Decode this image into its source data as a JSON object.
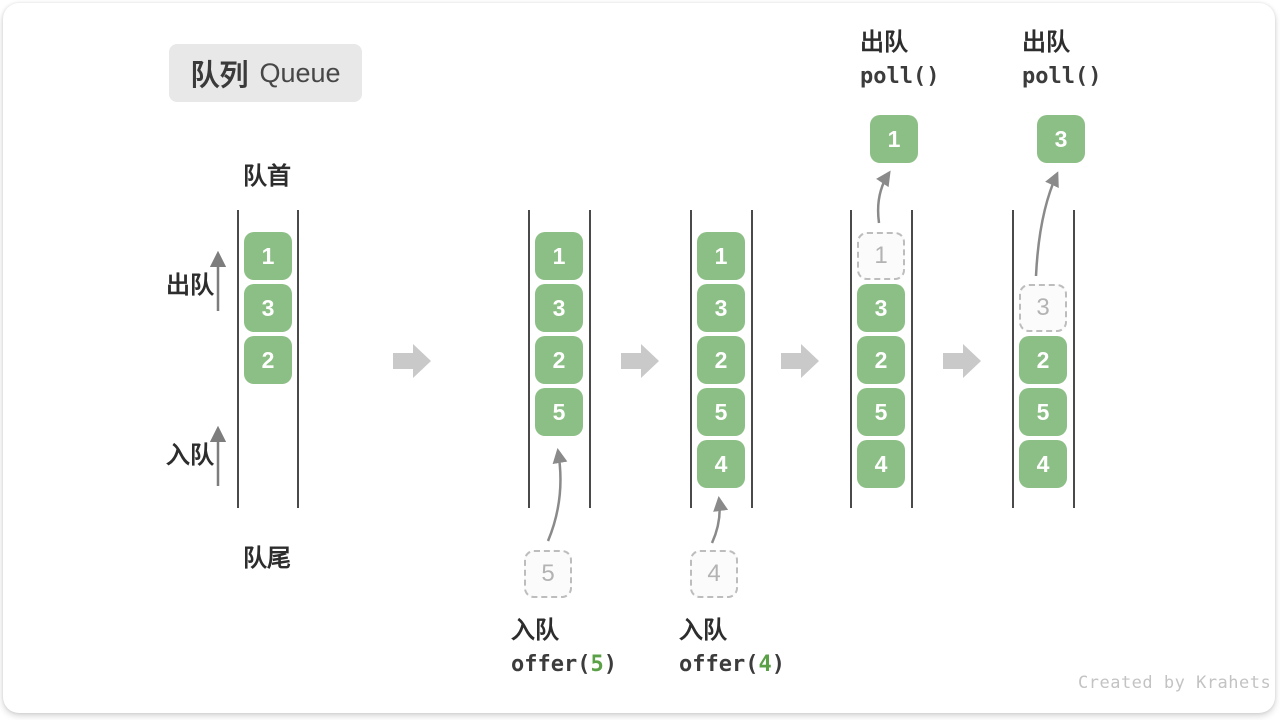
{
  "title": {
    "zh": "队列",
    "en": "Queue"
  },
  "labels": {
    "front": "队首",
    "rear": "队尾",
    "dequeue_side": "出队",
    "enqueue_side": "入队"
  },
  "colors": {
    "box_green": "#8cbf85",
    "code_arg_green": "#5aa046",
    "block_arrow_gray": "#c9c9c9",
    "curve_arrow_gray": "#8a8a8a",
    "wall_gray": "#4a4a4a",
    "dashed_border": "#bdbdbd",
    "badge_bg": "#e8e8e8"
  },
  "states": [
    {
      "name": "initial",
      "cells": [
        {
          "value": "1"
        },
        {
          "value": "3"
        },
        {
          "value": "2"
        }
      ]
    },
    {
      "name": "after-offer-5",
      "cells": [
        {
          "value": "1"
        },
        {
          "value": "3"
        },
        {
          "value": "2"
        },
        {
          "value": "5"
        }
      ],
      "incoming": {
        "value": "5"
      }
    },
    {
      "name": "after-offer-4",
      "cells": [
        {
          "value": "1"
        },
        {
          "value": "3"
        },
        {
          "value": "2"
        },
        {
          "value": "5"
        },
        {
          "value": "4"
        }
      ],
      "incoming": {
        "value": "4"
      }
    },
    {
      "name": "poll-first",
      "cells": [
        {
          "value": "1",
          "dashed": true
        },
        {
          "value": "3"
        },
        {
          "value": "2"
        },
        {
          "value": "5"
        },
        {
          "value": "4"
        }
      ],
      "popped": {
        "value": "1"
      }
    },
    {
      "name": "poll-second",
      "cells": [
        {
          "value": "3",
          "dashed": true
        },
        {
          "value": "2"
        },
        {
          "value": "5"
        },
        {
          "value": "4"
        }
      ],
      "popped": {
        "value": "3"
      }
    }
  ],
  "operations": {
    "dequeue": [
      {
        "label": "出队",
        "fn": "poll()"
      },
      {
        "label": "出队",
        "fn": "poll()"
      }
    ],
    "enqueue": [
      {
        "label": "入队",
        "fn_pre": "offer(",
        "arg": "5",
        "fn_post": ")"
      },
      {
        "label": "入队",
        "fn_pre": "offer(",
        "arg": "4",
        "fn_post": ")"
      }
    ]
  },
  "footer": {
    "credit": "Created by Krahets"
  }
}
